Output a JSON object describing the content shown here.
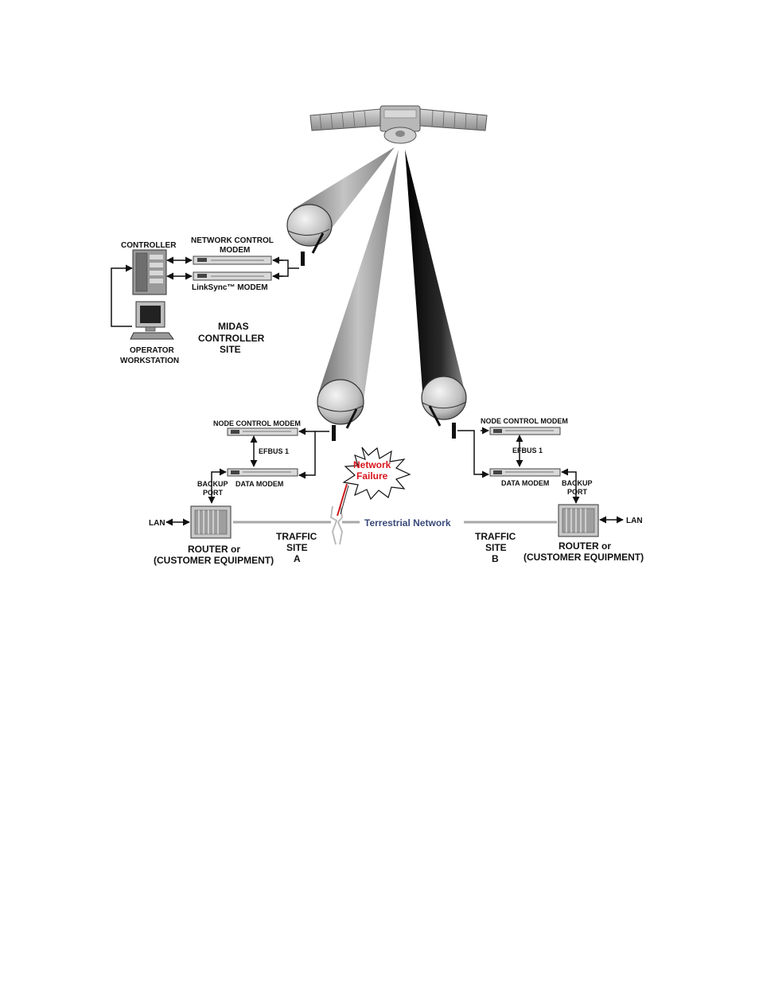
{
  "controller_site": {
    "controller_label": "CONTROLLER",
    "network_control_modem_line1": "NETWORK  CONTROL",
    "network_control_modem_line2": "MODEM",
    "linksync_modem_label": "LinkSync™ MODEM",
    "operator_workstation_line1": "OPERATOR",
    "operator_workstation_line2": "WORKSTATION",
    "site_name_line1": "MIDAS",
    "site_name_line2": "CONTROLLER",
    "site_name_line3": "SITE"
  },
  "site_a": {
    "node_control_modem_label": "NODE CONTROL MODEM",
    "efbus_label": "EFBUS 1",
    "data_modem_label": "DATA MODEM",
    "backup_port_line1": "BACKUP",
    "backup_port_line2": "PORT",
    "lan_label": "LAN",
    "router_line1": "ROUTER or",
    "router_line2": "(CUSTOMER EQUIPMENT)",
    "traffic_site_line1": "TRAFFIC",
    "traffic_site_line2": "SITE",
    "traffic_site_line3": "A"
  },
  "site_b": {
    "node_control_modem_label": "NODE CONTROL MODEM",
    "efbus_label": "EFBUS 1",
    "data_modem_label": "DATA MODEM",
    "backup_port_line1": "BACKUP",
    "backup_port_line2": "PORT",
    "lan_label": "LAN",
    "router_line1": "ROUTER or",
    "router_line2": "(CUSTOMER EQUIPMENT)",
    "traffic_site_line1": "TRAFFIC",
    "traffic_site_line2": "SITE",
    "traffic_site_line3": "B"
  },
  "network": {
    "terrestrial_label": "Terrestrial Network",
    "failure_line1": "Network",
    "failure_line2": "Failure"
  },
  "colors": {
    "beam_light": "#9a9a9a",
    "beam_dark": "#1a1a1a",
    "failure_text": "#d8141c",
    "terrestrial_text": "#3a4a7a"
  }
}
